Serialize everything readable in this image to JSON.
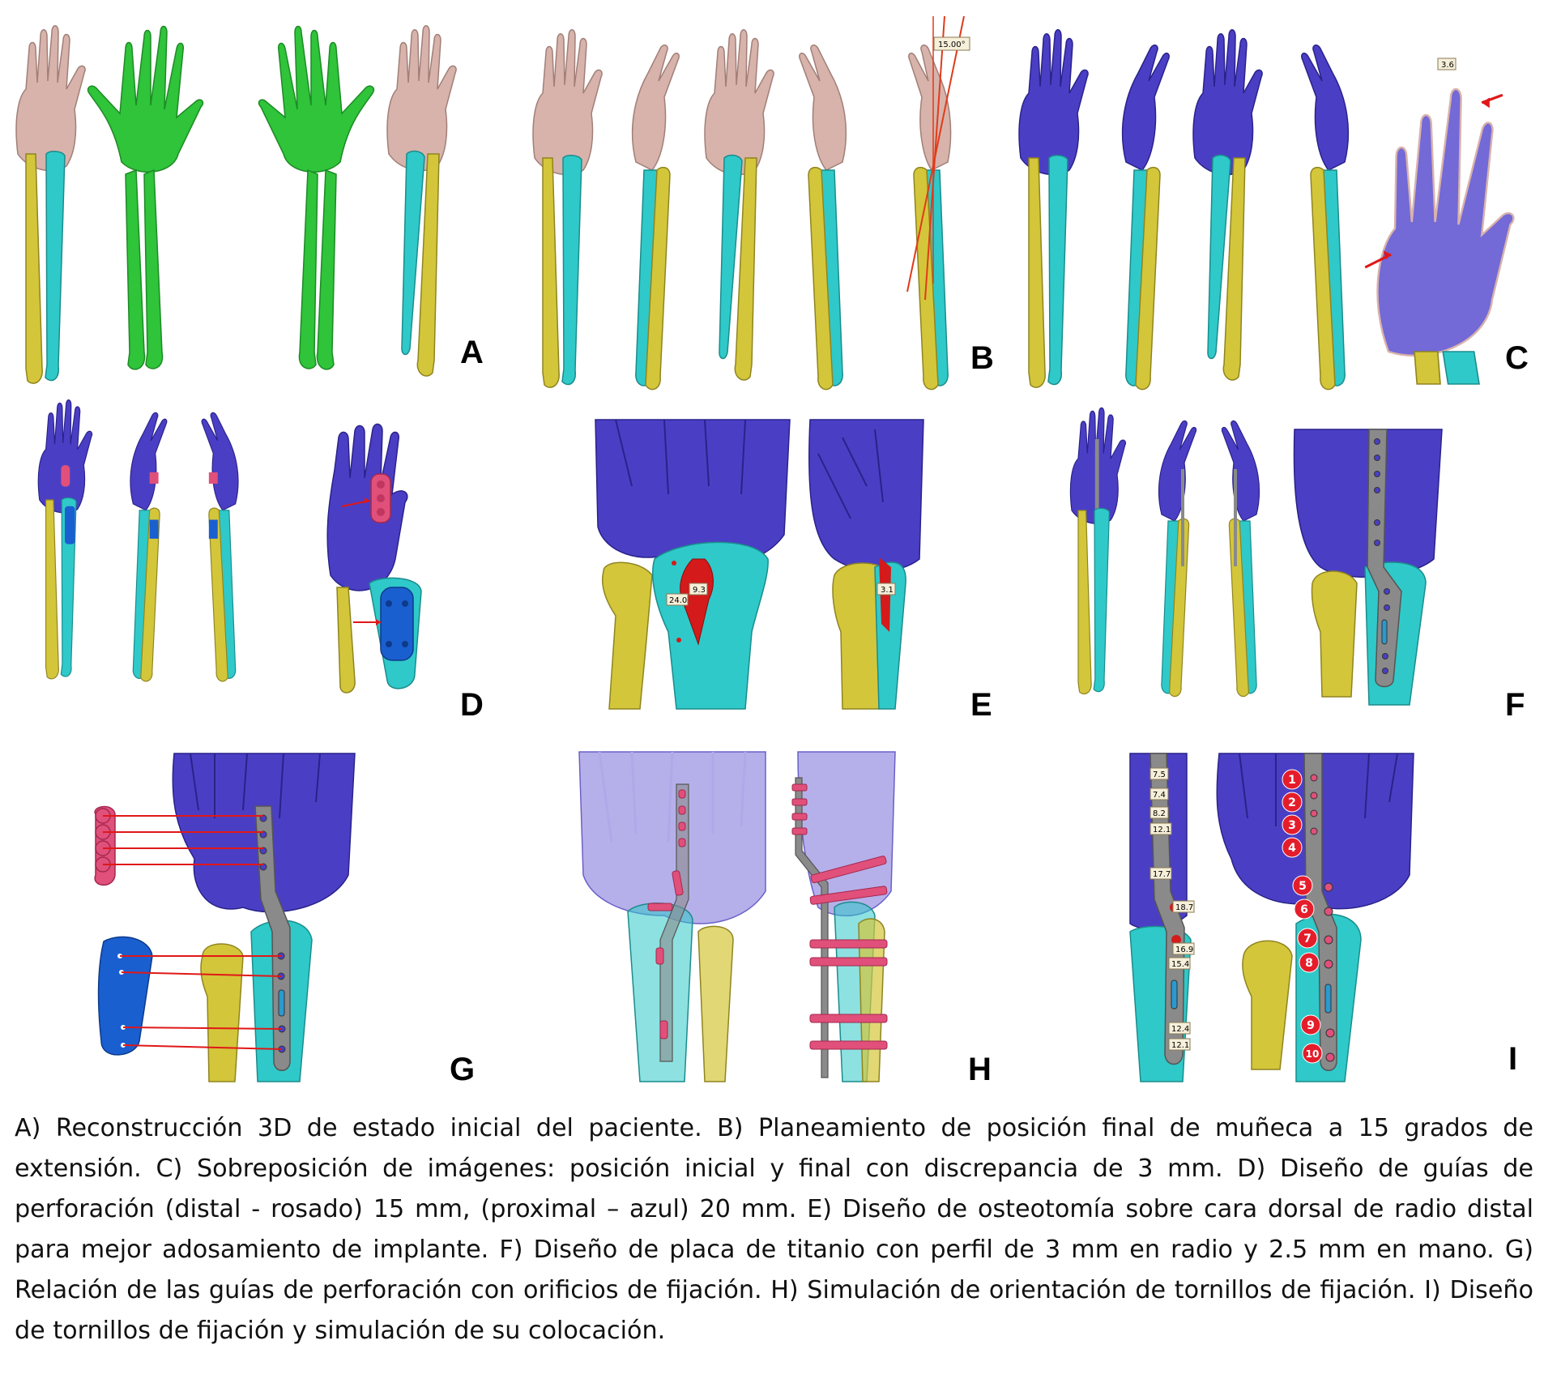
{
  "panels": {
    "A": "A",
    "B": "B",
    "C": "C",
    "D": "D",
    "E": "E",
    "F": "F",
    "G": "G",
    "H": "H",
    "I": "I"
  },
  "measurements": {
    "b_angle": "15.00°",
    "c_value": "3.6",
    "e_left_1": "24.0",
    "e_left_2": "9.3",
    "e_right": "3.1",
    "i_lengths": [
      "7.5",
      "7.4",
      "8.2",
      "12.1",
      "17.7",
      "18.7",
      "16.9",
      "15.4",
      "12.4",
      "12.1"
    ],
    "i_screw_numbers": [
      "1",
      "2",
      "3",
      "4",
      "5",
      "6",
      "7",
      "8",
      "9",
      "10"
    ]
  },
  "caption": "A) Reconstrucción 3D de estado inicial del paciente. B) Planeamiento de posición final de muñeca a 15 grados de extensión. C) Sobreposición de imágenes: posición inicial y  final con discrepancia de 3 mm. D) Diseño de guías de perforación (distal - rosado) 15 mm, (proximal – azul) 20 mm. E) Diseño de osteotomía sobre cara dorsal de radio distal para mejor adosamiento de implante. F) Diseño de placa de titanio con perfil de 3 mm en radio y 2.5 mm en mano. G) Relación de las guías de perforación con orificios de fijación. H) Simulación de orientación de tornillos de fijación. I) Diseño de tornillos de fijación y simulación de su colocación.",
  "colors": {
    "hand_initial": "#d8b3ab",
    "hand_planned": "#4a3fc4",
    "forearm_green": "#2fc43a",
    "radius_yellow": "#d4c63a",
    "ulna_cyan": "#2fc9c9",
    "plate_gray": "#8a8a8a",
    "guide_pink": "#e0507a",
    "guide_blue": "#1a5fd0",
    "wedge_red": "#d41a1a",
    "arrow_red": "#e01818"
  }
}
